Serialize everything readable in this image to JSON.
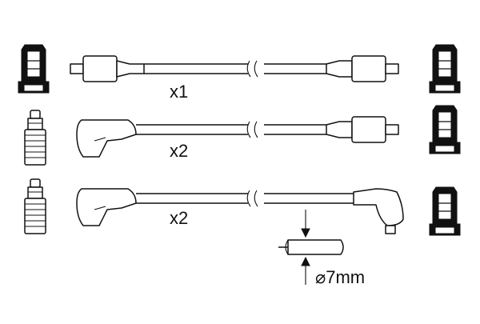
{
  "diagram": {
    "rows": [
      {
        "quantity": "x1",
        "left_connector": "straight-boot",
        "left_terminal": "distributor-cap-terminal",
        "right_connector": "straight-boot",
        "right_terminal": "distributor-cap-terminal"
      },
      {
        "quantity": "x2",
        "left_connector": "angled-boot",
        "left_terminal": "spark-plug-terminal",
        "right_connector": "straight-boot",
        "right_terminal": "distributor-cap-terminal"
      },
      {
        "quantity": "x2",
        "left_connector": "angled-boot",
        "left_terminal": "spark-plug-terminal",
        "right_connector": "angled-boot",
        "right_terminal": "distributor-cap-terminal"
      }
    ],
    "diameter_label": "⌀7mm"
  }
}
